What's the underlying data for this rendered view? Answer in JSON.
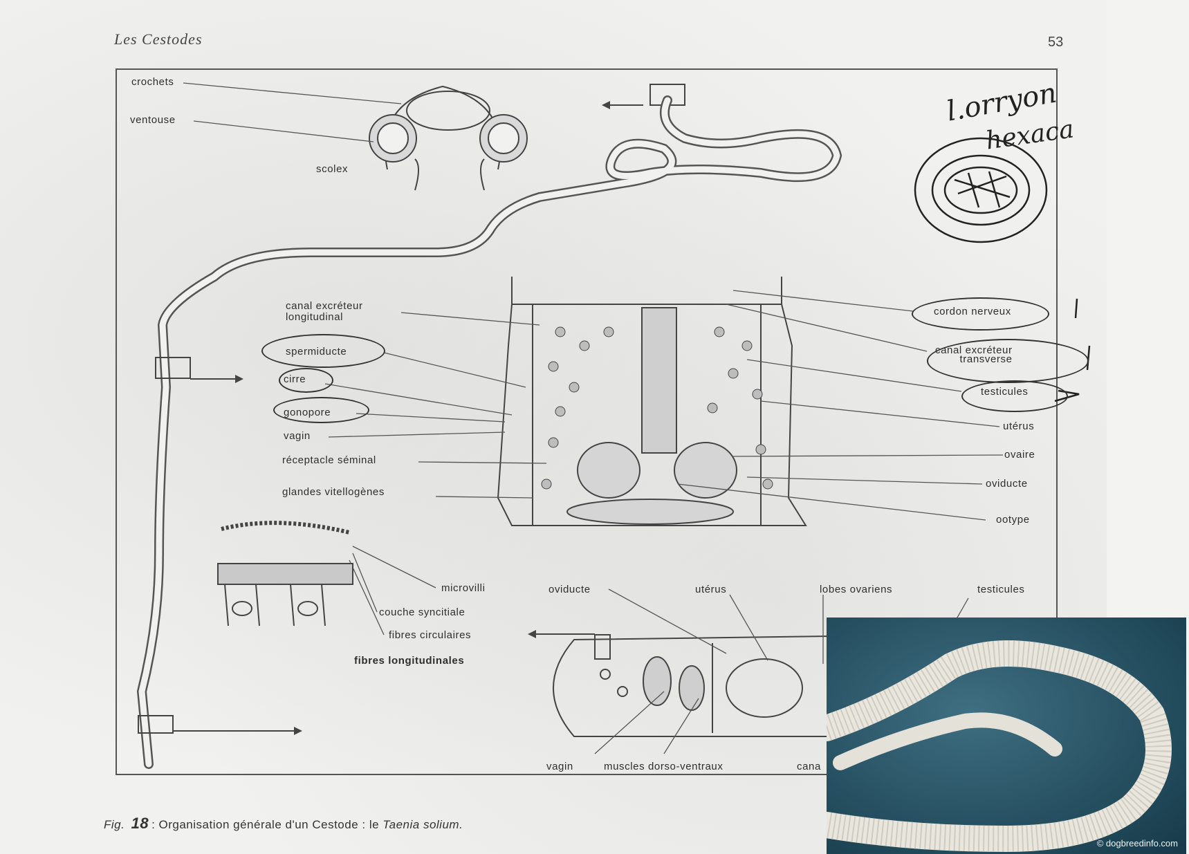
{
  "header": {
    "chapter": "Les Cestodes",
    "page_number": "53"
  },
  "labels": {
    "crochets": "crochets",
    "ventouse": "ventouse",
    "scolex": "scolex",
    "canal_longitudinal": "canal excréteur\nlongitudinal",
    "spermiducte": "spermiducte",
    "cirre": "cirre",
    "gonopore": "gonopore",
    "vagin": "vagin",
    "receptacle": "réceptacle séminal",
    "glandes": "glandes vitellogènes",
    "cordon": "cordon nerveux",
    "canal_transverse": "canal excréteur\ntransverse",
    "testicules": "testicules",
    "uterus": "utérus",
    "ovaire": "ovaire",
    "oviducte": "oviducte",
    "ootype": "ootype",
    "microvilli": "microvilli",
    "couche": "couche syncitiale",
    "fibres_circ": "fibres circulaires",
    "fibres_long": "fibres longitudinales",
    "oviducte2": "oviducte",
    "uterus2": "utérus",
    "lobes": "lobes ovariens",
    "testicules2": "testicules",
    "vagin2": "vagin",
    "muscles": "muscles dorso-ventraux",
    "cana": "cana"
  },
  "handwriting": {
    "line1": "l.orryon",
    "line2": "hexaca"
  },
  "caption": {
    "fig": "Fig.",
    "number": "18",
    "text": ": Organisation générale d'un Cestode : le ",
    "species": "Taenia solium."
  },
  "photo": {
    "credit": "© dogbreedinfo.com"
  }
}
